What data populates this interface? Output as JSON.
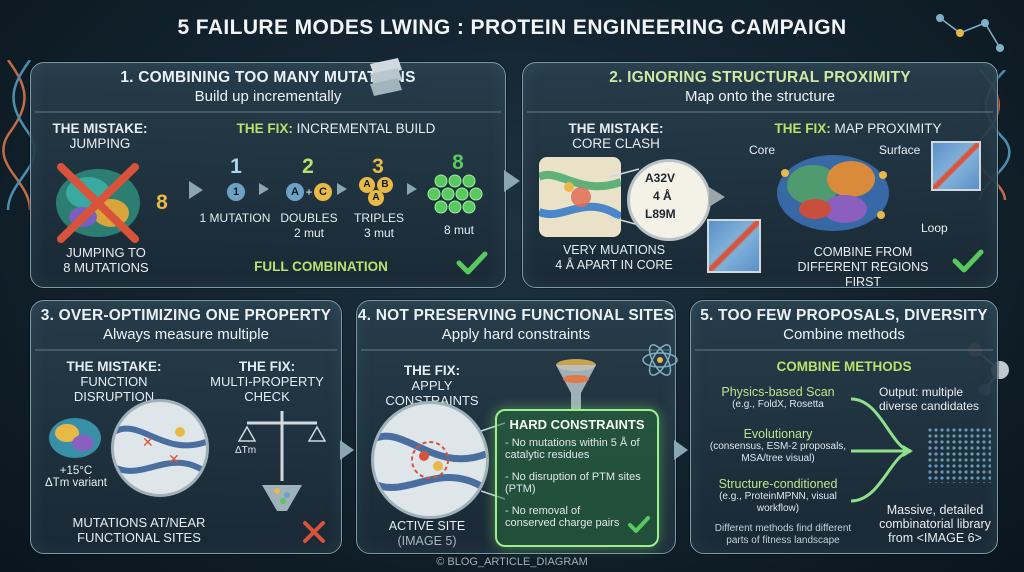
{
  "title": "5 FAILURE MODES LWING : PROTEIN ENGINEERING CAMPAIGN",
  "footer": "© BLOG_ARTICLE_DIAGRAM",
  "p1": {
    "title": "1. COMBINING TOO MANY MUTATIONS",
    "subtitle": "Build up incrementally",
    "mistake_label": "THE MISTAKE:",
    "mistake_text": "JUMPING",
    "big_number": "8",
    "jump_caption_1": "JUMPING TO",
    "jump_caption_2": "8 MUTATIONS",
    "fix_label": "THE FIX:",
    "fix_text": "INCREMENTAL BUILD",
    "steps": [
      {
        "num": "1",
        "cap1": "1 MUTATION",
        "cap2": ""
      },
      {
        "num": "2",
        "cap1": "DOUBLES",
        "cap2": "2 mut"
      },
      {
        "num": "3",
        "cap1": "TRIPLES",
        "cap2": "3 mut"
      },
      {
        "num": "8",
        "cap1": "8 mut",
        "cap2": ""
      }
    ],
    "bead_1": "1",
    "bead_A": "A",
    "bead_B": "B",
    "bead_C": "C",
    "bead_plus": "+",
    "full_combination": "FULL COMBINATION"
  },
  "p2": {
    "title": "2. IGNORING STRUCTURAL PROXIMITY",
    "subtitle": "Map onto the structure",
    "mistake_label": "THE MISTAKE:",
    "mistake_text": "CORE CLASH",
    "zoom_lines": [
      "A32V",
      "4 Å",
      "L89M"
    ],
    "caption_1": "VERY MUATIONS",
    "caption_2": "4 Å  APART IN CORE",
    "fix_label": "THE FIX:",
    "fix_text": "MAP PROXIMITY",
    "core": "Core",
    "surface": "Surface",
    "loop": "Loop",
    "combine_1": "COMBINE FROM",
    "combine_2": "DIFFERENT REGIONS FIRST"
  },
  "p3": {
    "title": "3. OVER-OPTIMIZING ONE PROPERTY",
    "subtitle": "Always measure multiple",
    "mistake_label": "THE MISTAKE:",
    "mistake_text": "FUNCTION DISRUPTION",
    "fix_label": "THE FIX:",
    "fix_text_1": "MULTI-PROPERTY",
    "fix_text_2": "CHECK",
    "temp_1": "+15°C",
    "temp_2": "ΔTm variant",
    "scale_left": "ΔTm",
    "caption_1": "MUTATIONS AT/NEAR",
    "caption_2": "FUNCTIONAL SITES"
  },
  "p4": {
    "title": "4. NOT PRESERVING FUNCTIONAL SITES",
    "subtitle": "Apply hard constraints",
    "fix_label": "THE FIX:",
    "fix_text": "APPLY CONSTRAINTS",
    "constraints_title": "HARD CONSTRAINTS",
    "constraints": [
      "- No mutations within 5 Å of catalytic residues",
      "- No disruption of PTM sites (PTM)",
      "- No removal of conserved charge pairs"
    ],
    "caption_1": "ACTIVE SITE",
    "caption_2": "(IMAGE 5)"
  },
  "p5": {
    "title": "5. TOO FEW PROPOSALS, DIVERSITY",
    "subtitle": "Combine methods",
    "section": "COMBINE METHODS",
    "methods": [
      {
        "name": "Physics-based Scan",
        "detail": "(e.g., FoldX, Rosetta"
      },
      {
        "name": "Evolutionary",
        "detail": "(consensus, ESM-2 proposals, MSA/tree visual)"
      },
      {
        "name": "Structure-conditioned",
        "detail": "(e.g., ProteinMPNN, visual workflow)"
      }
    ],
    "output": "Output: multiple diverse candidates",
    "note": "Different methods find different parts of fitness landscape",
    "library_1": "Massive, detailed",
    "library_2": "combinatorial library",
    "library_3": "from <IMAGE 6>"
  },
  "colors": {
    "mistake": "#f08a63",
    "fix": "#b7e26c",
    "check": "#59c85e",
    "accent": "#e9b948"
  }
}
